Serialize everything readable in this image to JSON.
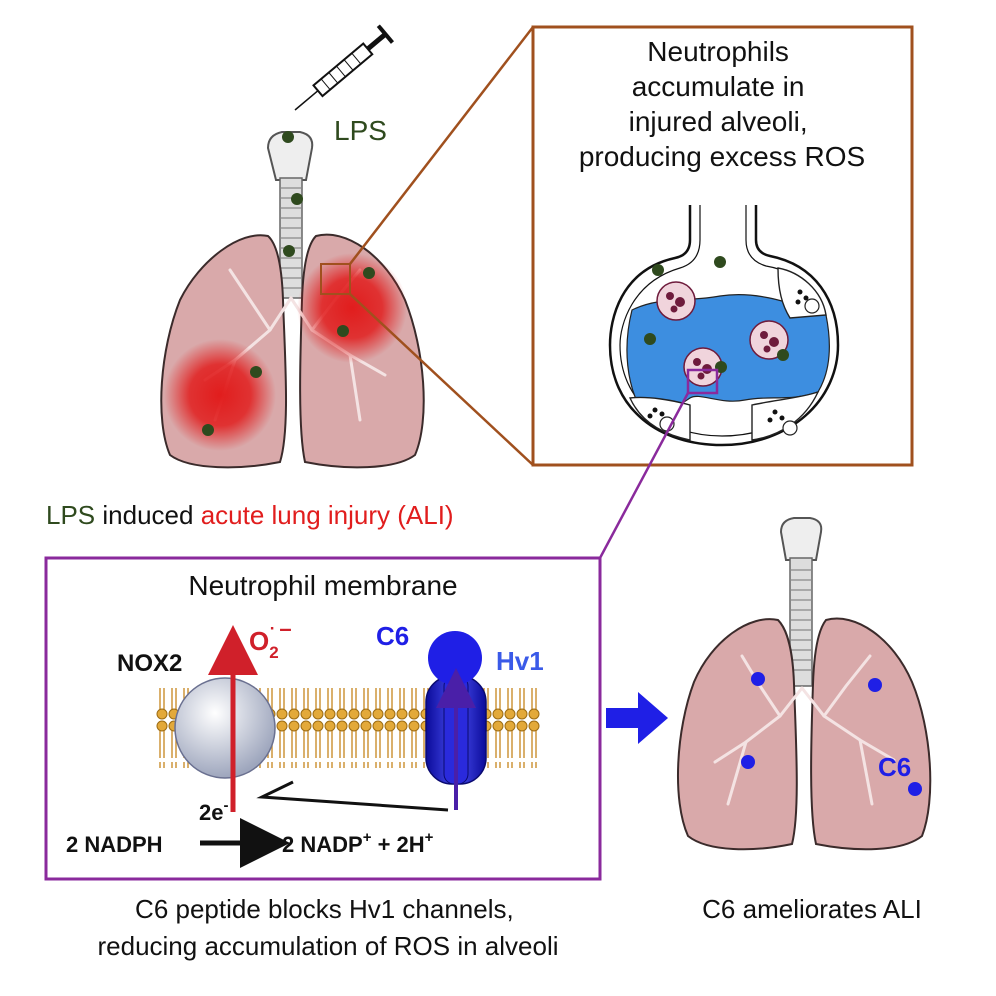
{
  "left_lung": {
    "lps_label": "LPS",
    "caption": {
      "part1": "LPS",
      "part2": " induced ",
      "part3": "acute lung injury (ALI)"
    }
  },
  "zoom_box": {
    "title_lines": [
      "Neutrophils",
      "accumulate in",
      "injured alveoli,",
      "producing excess ROS"
    ]
  },
  "membrane_box": {
    "title": "Neutrophil membrane",
    "nox2_label": "NOX2",
    "superoxide": {
      "base": "O",
      "sub": "2",
      "sup_dot": "·",
      "sup_charge": "–"
    },
    "c6_label": "C6",
    "hv1_label": "Hv1",
    "electrons": {
      "base": "2e",
      "sup": "-"
    },
    "nadph": "2 NADPH",
    "products": {
      "part1": "2 NADP",
      "sup1": "+",
      "part2": " + 2H",
      "sup2": "+"
    },
    "caption_lines": [
      "C6 peptide blocks Hv1 channels,",
      "reducing accumulation of ROS in alveoli"
    ]
  },
  "right_lung": {
    "c6_label": "C6",
    "caption": "C6 ameliorates ALI"
  },
  "colors": {
    "lps_green": "#2f4a1e",
    "injury_red": "#e11d1d",
    "zoom_border": "#a0501e",
    "membrane_border": "#8a2a9c",
    "c6_blue": "#1f1fe6",
    "lung_fill": "#d9a9aa",
    "lung_stroke": "#3b2b2b",
    "alveolus_fluid": "#3d8ee0",
    "neutrophil_fill": "#f0d4dc",
    "nucleus": "#6e1b3c"
  }
}
